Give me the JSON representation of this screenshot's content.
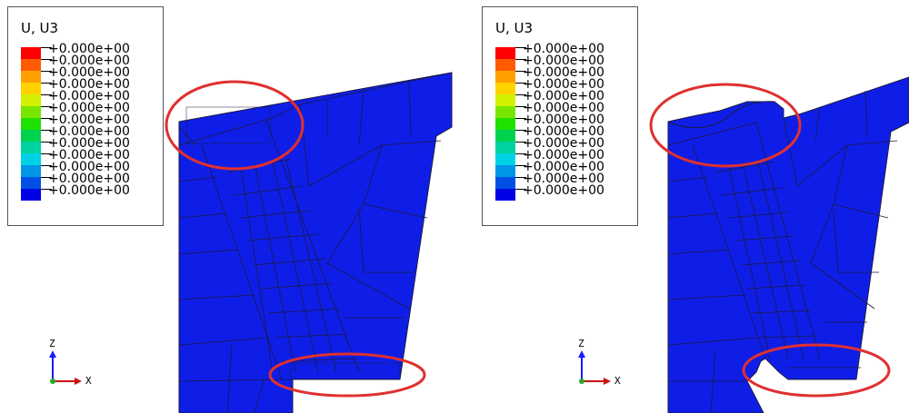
{
  "panels": [
    {
      "legend": {
        "title": "U, U3",
        "entries": [
          "+0.000e+00",
          "+0.000e+00",
          "+0.000e+00",
          "+0.000e+00",
          "+0.000e+00",
          "+0.000e+00",
          "+0.000e+00",
          "+0.000e+00",
          "+0.000e+00",
          "+0.000e+00",
          "+0.000e+00",
          "+0.000e+00",
          "+0.000e+00"
        ]
      },
      "triad": {
        "z": "Z",
        "x": "X"
      }
    },
    {
      "legend": {
        "title": "U, U3",
        "entries": [
          "+0.000e+00",
          "+0.000e+00",
          "+0.000e+00",
          "+0.000e+00",
          "+0.000e+00",
          "+0.000e+00",
          "+0.000e+00",
          "+0.000e+00",
          "+0.000e+00",
          "+0.000e+00",
          "+0.000e+00",
          "+0.000e+00",
          "+0.000e+00"
        ]
      },
      "triad": {
        "z": "Z",
        "x": "X"
      }
    }
  ],
  "colors": {
    "mesh_fill": "#0f1ee6",
    "mesh_line": "#1a1a40",
    "highlight": "#e03030",
    "scale": [
      "#ff0000",
      "#ff5a00",
      "#ffa000",
      "#ffd200",
      "#d2f000",
      "#78e600",
      "#1ee100",
      "#00d250",
      "#00d2a0",
      "#00d2e6",
      "#0096e6",
      "#0050e6",
      "#0000e6"
    ]
  }
}
